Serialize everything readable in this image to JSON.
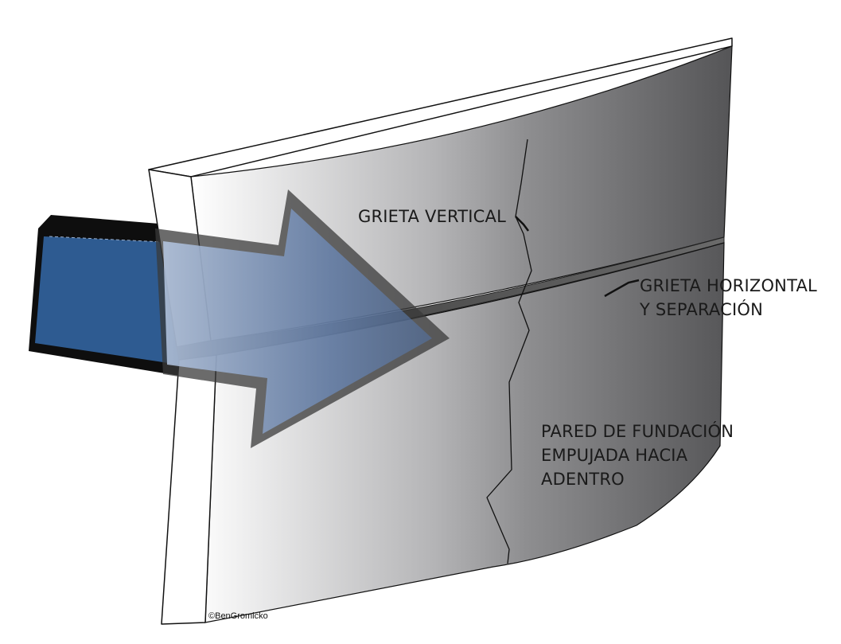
{
  "labels": {
    "vertical_crack": "GRIETA VERTICAL",
    "horizontal_crack_line1": "GRIETA HORIZONTAL",
    "horizontal_crack_line2": "Y SEPARACIÓN",
    "wall_line1": "PARED DE FUNDACIÓN",
    "wall_line2": "EMPUJADA HACIA",
    "wall_line3": "ADENTRO"
  },
  "copyright": "©BenGromicko",
  "colors": {
    "soil_blue": "#2e5b91",
    "arrow_blue": "#6f8fc0",
    "wall_light": "#ffffff",
    "wall_dark": "#5c5c5c",
    "outline": "#111111"
  }
}
